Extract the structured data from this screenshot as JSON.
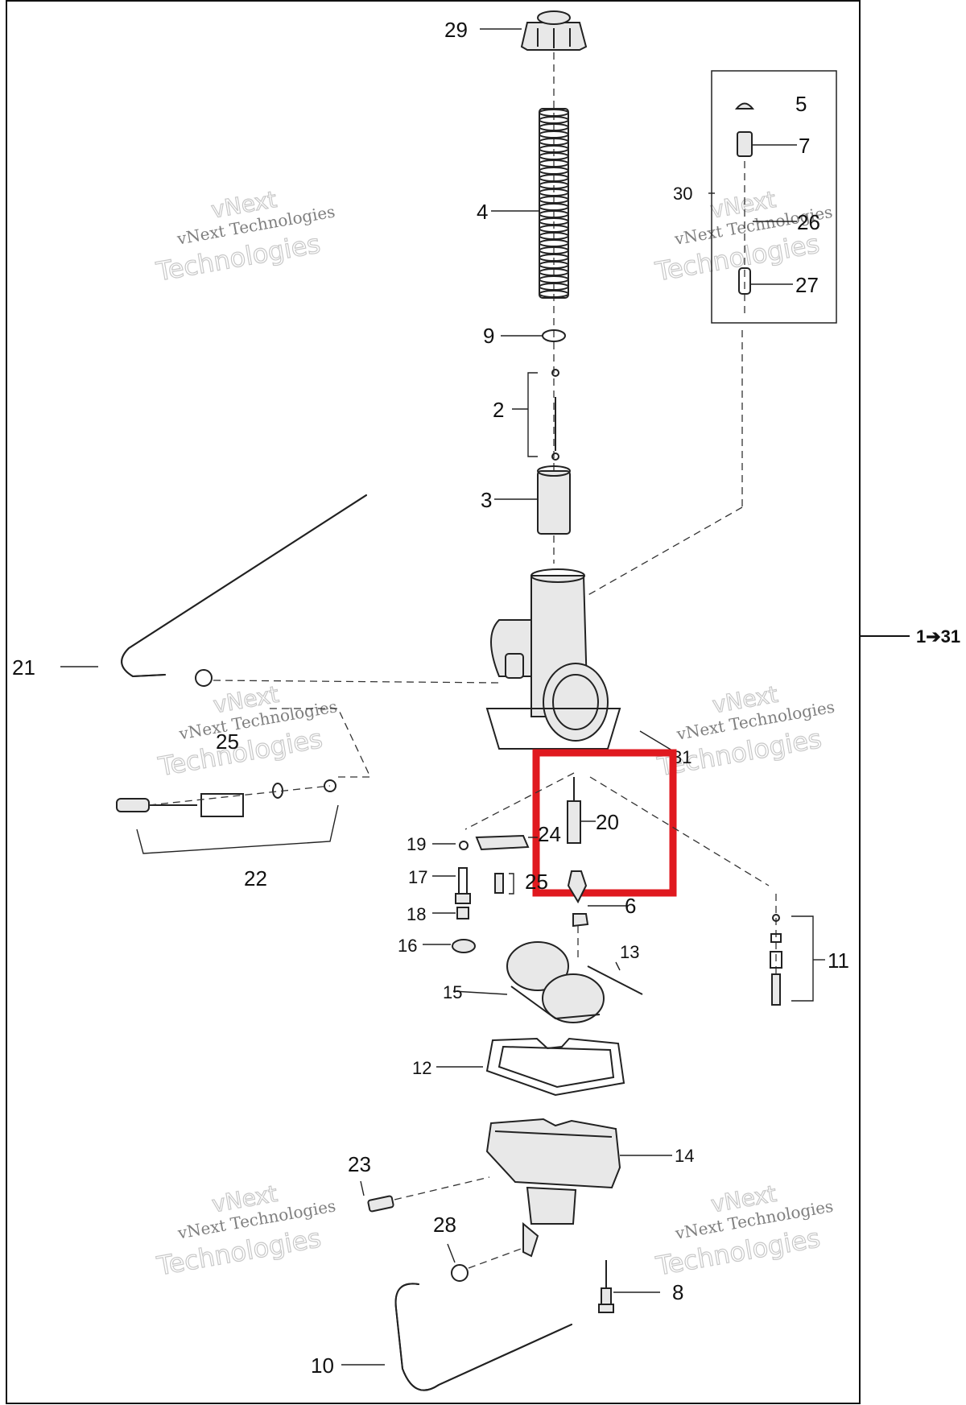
{
  "callouts": {
    "c29": "29",
    "c4": "4",
    "c9": "9",
    "c2": "2",
    "c3": "3",
    "c5": "5",
    "c7": "7",
    "c30": "30",
    "c26": "26",
    "c27": "27",
    "c21": "21",
    "c25a": "25",
    "c31": "31",
    "c20": "20",
    "c24": "24",
    "c19": "19",
    "c17": "17",
    "c25b": "25",
    "c18": "18",
    "c16": "16",
    "c6": "6",
    "c22": "22",
    "c13": "13",
    "c15": "15",
    "c11": "11",
    "c12": "12",
    "c14": "14",
    "c23": "23",
    "c28": "28",
    "c8": "8",
    "c10": "10"
  },
  "range_label": "1➔31",
  "watermark": {
    "line0": "vNext",
    "line1": "vNext Technologies",
    "line2": "Technologies"
  },
  "highlight_color": "#e0191f"
}
